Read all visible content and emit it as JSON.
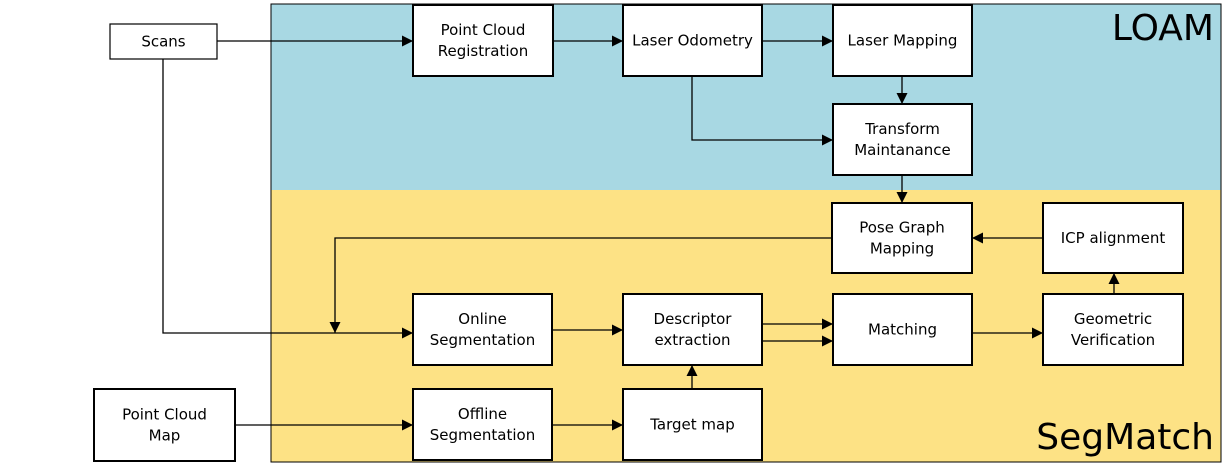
{
  "colors": {
    "loam_bg": "#a8d8e3",
    "segmatch_bg": "#fde285",
    "box_fill": "#ffffff",
    "stroke": "#000000"
  },
  "regions": {
    "loam": {
      "title": "LOAM"
    },
    "segmatch": {
      "title": "SegMatch"
    }
  },
  "nodes": {
    "scans": {
      "lines": [
        "Scans"
      ]
    },
    "point_cloud_map": {
      "lines": [
        "Point Cloud",
        "Map"
      ]
    },
    "point_cloud_registration": {
      "lines": [
        "Point Cloud",
        "Registration"
      ]
    },
    "laser_odometry": {
      "lines": [
        "Laser Odometry"
      ]
    },
    "laser_mapping": {
      "lines": [
        "Laser Mapping"
      ]
    },
    "transform_maintenance": {
      "lines": [
        "Transform",
        "Maintanance"
      ]
    },
    "pose_graph_mapping": {
      "lines": [
        "Pose Graph",
        "Mapping"
      ]
    },
    "icp_alignment": {
      "lines": [
        "ICP alignment"
      ]
    },
    "online_segmentation": {
      "lines": [
        "Online",
        "Segmentation"
      ]
    },
    "descriptor_extraction": {
      "lines": [
        "Descriptor",
        "extraction"
      ]
    },
    "matching": {
      "lines": [
        "Matching"
      ]
    },
    "geometric_verification": {
      "lines": [
        "Geometric",
        "Verification"
      ]
    },
    "offline_segmentation": {
      "lines": [
        "Offline",
        "Segmentation"
      ]
    },
    "target_map": {
      "lines": [
        "Target map"
      ]
    }
  },
  "edges": [
    {
      "from": "scans",
      "to": "point_cloud_registration"
    },
    {
      "from": "point_cloud_registration",
      "to": "laser_odometry"
    },
    {
      "from": "laser_odometry",
      "to": "laser_mapping"
    },
    {
      "from": "laser_mapping",
      "to": "transform_maintenance"
    },
    {
      "from": "laser_odometry",
      "to": "transform_maintenance"
    },
    {
      "from": "transform_maintenance",
      "to": "pose_graph_mapping"
    },
    {
      "from": "icp_alignment",
      "to": "pose_graph_mapping"
    },
    {
      "from": "pose_graph_mapping",
      "to": "online_segmentation"
    },
    {
      "from": "scans",
      "to": "online_segmentation"
    },
    {
      "from": "online_segmentation",
      "to": "descriptor_extraction"
    },
    {
      "from": "descriptor_extraction",
      "to": "matching"
    },
    {
      "from": "descriptor_extraction",
      "to": "matching"
    },
    {
      "from": "matching",
      "to": "geometric_verification"
    },
    {
      "from": "geometric_verification",
      "to": "icp_alignment"
    },
    {
      "from": "target_map",
      "to": "descriptor_extraction"
    },
    {
      "from": "point_cloud_map",
      "to": "offline_segmentation"
    },
    {
      "from": "offline_segmentation",
      "to": "target_map"
    }
  ]
}
